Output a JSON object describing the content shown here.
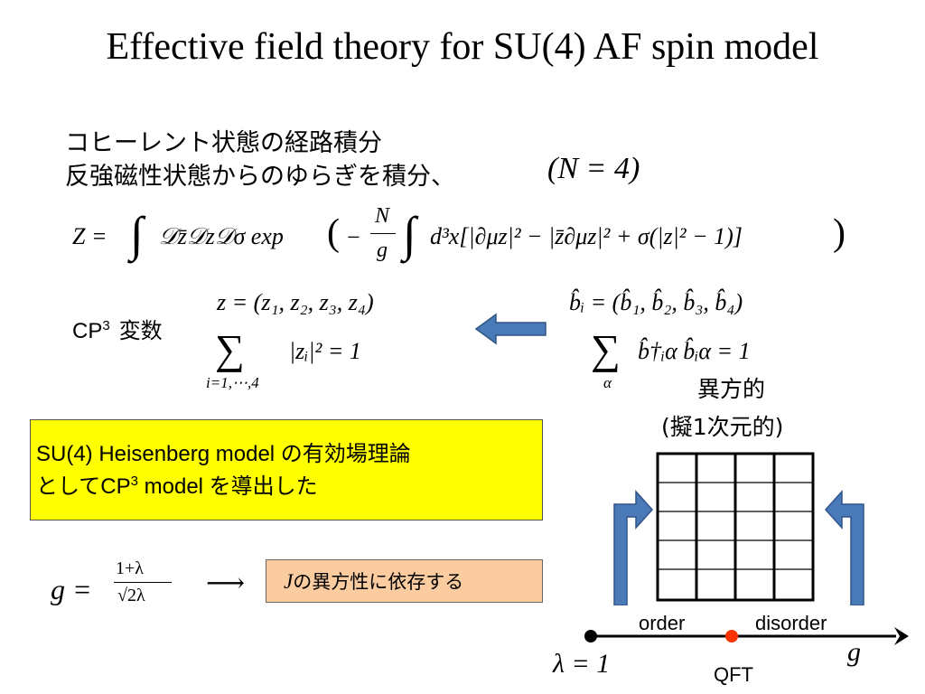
{
  "slide": {
    "title": "Effective field theory for SU(4)  AF spin model"
  },
  "intro": {
    "line1": "コヒーレント状態の経路積分",
    "line2": "反強磁性状態からのゆらぎを積分、",
    "n_condition": "(N = 4)"
  },
  "equations": {
    "z_lhs": "Z =",
    "integral": "∫",
    "measure": "𝒟z̄𝒟z𝒟σ exp",
    "lparen_big": "(",
    "minus": "−",
    "frac_num": "N",
    "frac_den": "g",
    "integrand": "d³x[|∂μz|² − |z̄∂μz|² + σ(|z|² − 1)]",
    "rparen_big": ")",
    "z_def": "z = (z₁, z₂, z₃, z₄)",
    "sum_symbol": "∑",
    "sum_body": "|zᵢ|² = 1",
    "sum_index": "i=1,⋯,4",
    "b_def": "b̂ᵢ = (b̂₁, b̂₂, b̂₃, b̂₄)",
    "b_sum_body": "b̂†ᵢα b̂ᵢα = 1",
    "b_sum_index": "α",
    "g_lhs": "g =",
    "g_num": "1+λ",
    "g_den": "√2λ",
    "arrow": "⟶"
  },
  "cp3_label": {
    "prefix": "CP",
    "sup": "3",
    "suffix": "変数"
  },
  "yellow_box": {
    "line1": "SU(4) Heisenberg model の有効場理論",
    "line2_prefix": "としてCP",
    "line2_sup": "3",
    "line2_suffix": " model を導出した"
  },
  "orange_box": {
    "j_symbol": "J",
    "text": "の異方性に依存する"
  },
  "anisotropy": {
    "line1": "異方的",
    "line2": "(擬1次元的)"
  },
  "phase_axis": {
    "order": "order",
    "disorder": "disorder",
    "qft": "QFT",
    "lambda_eq": "λ = 1",
    "g": "g"
  },
  "colors": {
    "yellow_box": "#ffff00",
    "orange_box": "#fbcca0",
    "arrow_fill": "#4a7ab8",
    "arrow_stroke": "#2f5487",
    "qft_point": "#ff3300"
  },
  "lattice": {
    "columns": 4,
    "rows": 5
  }
}
